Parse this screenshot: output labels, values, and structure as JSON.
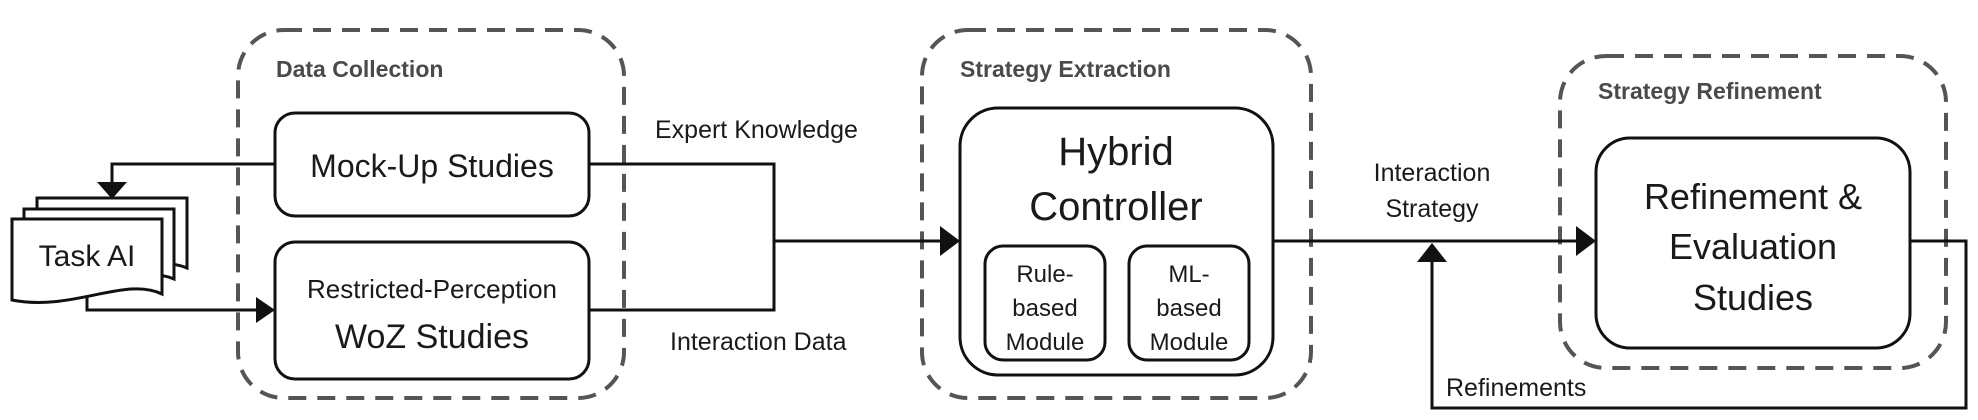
{
  "groups": {
    "data_collection": "Data Collection",
    "strategy_extraction": "Strategy Extraction",
    "strategy_refinement": "Strategy Refinement"
  },
  "nodes": {
    "task_ai": "Task AI",
    "mockup": "Mock-Up Studies",
    "woz_line1": "Restricted-Perception",
    "woz_line2": "WoZ Studies",
    "hybrid_line1": "Hybrid",
    "hybrid_line2": "Controller",
    "rule_line1": "Rule-",
    "rule_line2": "based",
    "rule_line3": "Module",
    "ml_line1": "ML-",
    "ml_line2": "based",
    "ml_line3": "Module",
    "refine_line1": "Refinement &",
    "refine_line2": "Evaluation",
    "refine_line3": "Studies"
  },
  "edges": {
    "expert_knowledge": "Expert Knowledge",
    "interaction_data": "Interaction Data",
    "interaction_strategy_line1": "Interaction",
    "interaction_strategy_line2": "Strategy",
    "refinements": "Refinements"
  }
}
